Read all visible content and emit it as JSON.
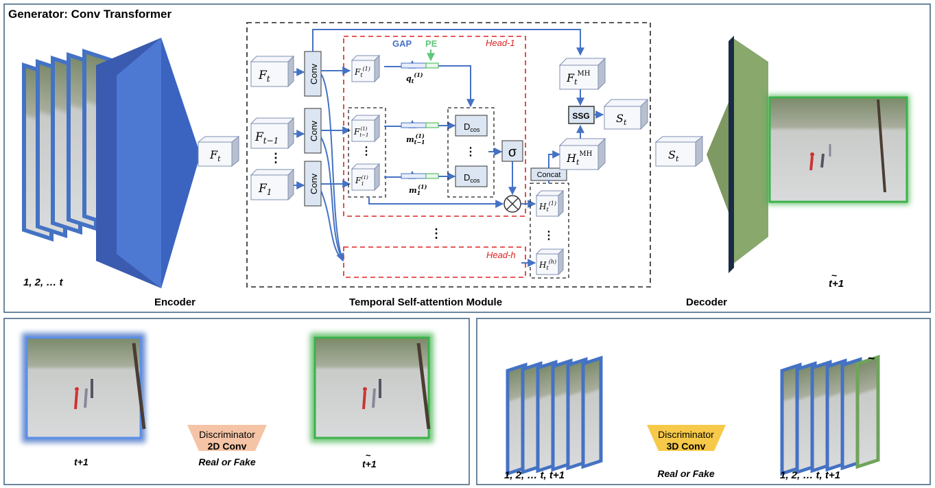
{
  "generator": {
    "title": "Generator: Conv Transformer",
    "input_frames_label": "1, 2,  …   t",
    "encoder_label": "Encoder",
    "decoder_label": "Decoder",
    "output_frame_label": "t+1",
    "encoded_feature": "F_t",
    "decoded_feature": "S_t"
  },
  "attention": {
    "title": "Temporal Self-attention Module",
    "features": [
      "F_t",
      "F_{t-1}",
      "F_1"
    ],
    "conv_label": "Conv",
    "gap_label": "GAP",
    "pe_label": "PE",
    "head1_label": "Head-1",
    "headh_label": "Head-h",
    "query_label": "q_t^(1)",
    "mem_labels": [
      "m_{t-1}^(1)",
      "m_1^(1)"
    ],
    "dcos_label": "D",
    "dcos_sub": "cos",
    "sigma_label": "σ",
    "otimes_label": "⊗",
    "concat_label": "Concat",
    "ssg_label": "SSG",
    "fmh_label": "F_t^MH",
    "hmh_label": "H_t^MH",
    "st_label": "S_t",
    "ht1_label": "H_t^(1)",
    "hth_label": "H_t^(h)",
    "ellipsis": "⋮",
    "feat_head": [
      "F_t^(1)",
      "F_{t-1}^(1)",
      "F_1^(1)"
    ]
  },
  "disc2d": {
    "title": "Discriminator",
    "type": "2D Conv",
    "real_fake": "Real or Fake",
    "real_label": "t+1",
    "fake_label": "t+1"
  },
  "disc3d": {
    "title": "Discriminator",
    "type": "3D Conv",
    "real_fake": "Real or Fake",
    "real_seq_label": "1, 2,  …   t,  t+1",
    "fake_seq_label": "1, 2,  …   t,  t+1"
  },
  "colors": {
    "blue": "#4472c4",
    "green": "#3cb14a",
    "red_dash": "#e02020",
    "panel_border": "#3a5f7d",
    "box_fill": "#dce6f2",
    "ssg_fill": "#dce6f2"
  }
}
